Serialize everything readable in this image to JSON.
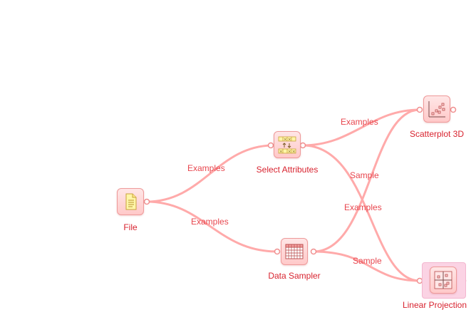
{
  "nodes": {
    "file": {
      "title": "File",
      "icon": "file-icon"
    },
    "select_attributes": {
      "title": "Select Attributes",
      "icon": "select-attributes-icon"
    },
    "data_sampler": {
      "title": "Data Sampler",
      "icon": "data-sampler-icon"
    },
    "scatterplot_3d": {
      "title": "Scatterplot 3D",
      "icon": "scatterplot-3d-icon"
    },
    "linear_projection": {
      "title": "Linear Projection",
      "icon": "linear-projection-icon"
    }
  },
  "links": {
    "file_to_select": "Examples",
    "file_to_sampler": "Examples",
    "select_to_scatter": "Examples",
    "select_to_projection": "Sample",
    "sampler_to_scatter": "Examples",
    "sampler_to_projection": "Sample"
  },
  "colors": {
    "link": "#ffaaaa",
    "label": "#e8464e",
    "node_fill": "#ffd6d6",
    "selection": "#fbd3e4"
  }
}
